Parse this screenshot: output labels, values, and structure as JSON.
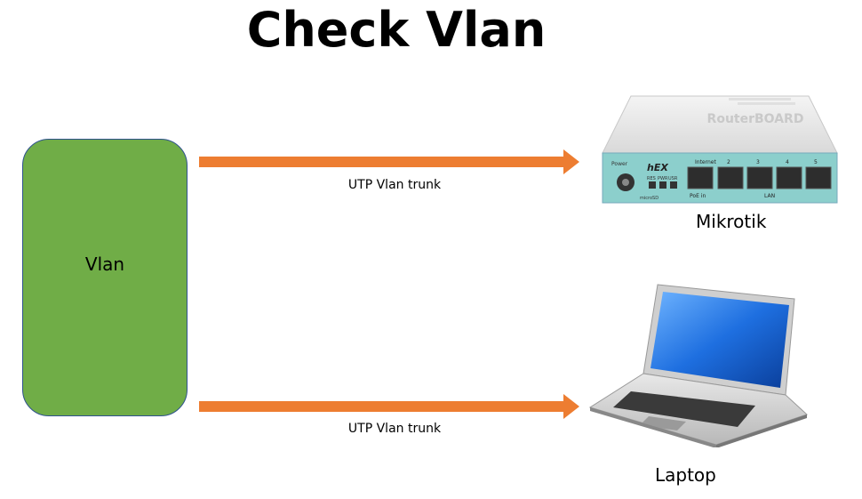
{
  "title": "Check  Vlan",
  "vlan_box": {
    "label": "Vlan",
    "fill": "#70ad47",
    "border": "#2f528f"
  },
  "links": [
    {
      "label": "UTP Vlan trunk",
      "color": "#ed7d31"
    },
    {
      "label": "UTP Vlan trunk",
      "color": "#ed7d31"
    }
  ],
  "devices": {
    "router": {
      "label": "Mikrotik",
      "icon": "router-icon"
    },
    "laptop": {
      "label": "Laptop",
      "icon": "laptop-icon"
    }
  },
  "router_ports": {
    "brand": "hEX",
    "port_numbers": [
      "Internet",
      "2",
      "3",
      "4",
      "5"
    ],
    "lan_label": "LAN",
    "power_label": "Power",
    "poe_label": "PoE in",
    "microsd_label": "microSD",
    "res_label": "RES",
    "pwr_label": "PWR",
    "usr_label": "USR"
  }
}
